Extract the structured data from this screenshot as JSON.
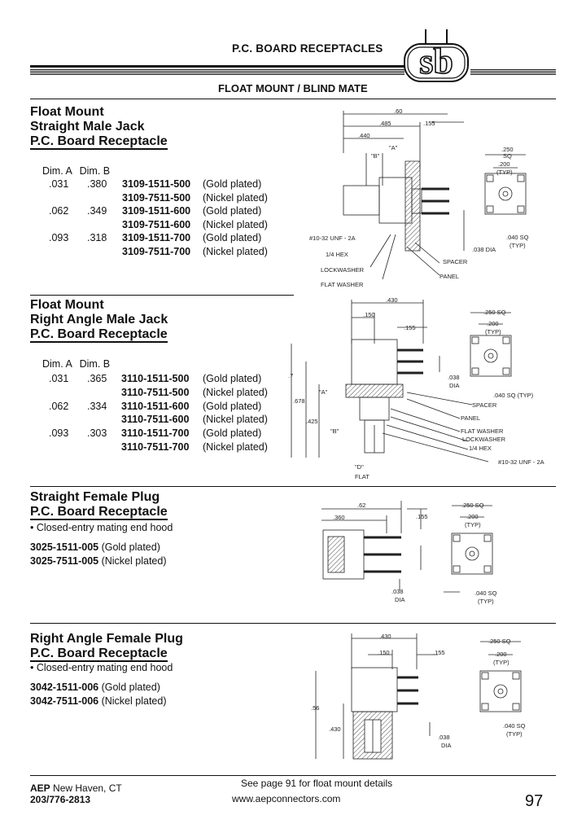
{
  "header": {
    "title": "P.C. BOARD RECEPTACLES",
    "subtitle": "FLOAT MOUNT / BLIND MATE",
    "logo_text": "sb"
  },
  "sections": [
    {
      "title_lines": [
        "Float Mount",
        "Straight Male Jack",
        "P.C. Board Receptacle"
      ],
      "dim_headers": [
        "Dim. A",
        "Dim. B"
      ],
      "rows": [
        {
          "a": ".031",
          "b": ".380",
          "part": "3109-1511-500",
          "finish": "(Gold plated)"
        },
        {
          "a": "",
          "b": "",
          "part": "3109-7511-500",
          "finish": "(Nickel plated)"
        },
        {
          "a": ".062",
          "b": ".349",
          "part": "3109-1511-600",
          "finish": "(Gold plated)"
        },
        {
          "a": "",
          "b": "",
          "part": "3109-7511-600",
          "finish": "(Nickel plated)"
        },
        {
          "a": ".093",
          "b": ".318",
          "part": "3109-1511-700",
          "finish": "(Gold plated)"
        },
        {
          "a": "",
          "b": "",
          "part": "3109-7511-700",
          "finish": "(Nickel plated)"
        }
      ]
    },
    {
      "title_lines": [
        "Float Mount",
        "Right Angle Male Jack",
        "P.C. Board Receptacle"
      ],
      "dim_headers": [
        "Dim. A",
        "Dim. B"
      ],
      "rows": [
        {
          "a": ".031",
          "b": ".365",
          "part": "3110-1511-500",
          "finish": "(Gold plated)"
        },
        {
          "a": "",
          "b": "",
          "part": "3110-7511-500",
          "finish": "(Nickel plated)"
        },
        {
          "a": ".062",
          "b": ".334",
          "part": "3110-1511-600",
          "finish": "(Gold plated)"
        },
        {
          "a": "",
          "b": "",
          "part": "3110-7511-600",
          "finish": "(Nickel plated)"
        },
        {
          "a": ".093",
          "b": ".303",
          "part": "3110-1511-700",
          "finish": "(Gold plated)"
        },
        {
          "a": "",
          "b": "",
          "part": "3110-7511-700",
          "finish": "(Nickel plated)"
        }
      ]
    },
    {
      "title_lines": [
        "Straight Female Plug",
        "P.C. Board Receptacle"
      ],
      "bullet": "• Closed-entry mating end hood",
      "parts": [
        {
          "part": "3025-1511-005",
          "finish": "(Gold plated)"
        },
        {
          "part": "3025-7511-005",
          "finish": "(Nickel plated)"
        }
      ]
    },
    {
      "title_lines": [
        "Right Angle Female Plug",
        "P.C. Board Receptacle"
      ],
      "bullet": "• Closed-entry mating end hood",
      "parts": [
        {
          "part": "3042-1511-006",
          "finish": "(Gold plated)"
        },
        {
          "part": "3042-7511-006",
          "finish": "(Nickel plated)"
        }
      ]
    }
  ],
  "diagram_labels": {
    "d1": {
      "dim_60": ".60",
      "dim_485": ".485",
      "dim_155": ".155",
      "dim_440": ".440",
      "a": "\"A\"",
      "b": "\"B\"",
      "sq250": ".250",
      "sq": "SQ",
      "sq200": ".200",
      "typ": "(TYP)",
      "thread": "#10-32 UNF - 2A",
      "hex": "1/4 HEX",
      "lockwasher": "LOCKWASHER",
      "flatwasher": "FLAT WASHER",
      "spacer": "SPACER",
      "panel": "PANEL",
      "dia038": ".038 DIA",
      "sq040": ".040 SQ",
      "typ2": "(TYP)"
    },
    "d2": {
      "dim_430": ".430",
      "dim_150": ".150",
      "dim_155": ".155",
      "sq250": ".250 SQ",
      "sq200": ".200",
      "typ": "(TYP)",
      "h7": ".7",
      "h678": ".678",
      "h425": ".425",
      "a": "\"A\"",
      "b": "\"B\"",
      "dia038": ".038",
      "dia": "DIA",
      "sq040": ".040 SQ (TYP)",
      "spacer": "SPACER",
      "panel": "PANEL",
      "flatwasher": "FLAT WASHER",
      "lockwasher": "LOCKWASHER",
      "hex": "1/4 HEX",
      "thread": "#10-32 UNF - 2A",
      "d": "\"D\"",
      "flat": "FLAT"
    },
    "d3": {
      "dim_62": ".62",
      "dim_360": ".360",
      "dim_155": ".155",
      "sq250": ".250 SQ",
      "sq200": ".200",
      "typ": "(TYP)",
      "dia038": ".038",
      "dia": "DIA",
      "sq040": ".040 SQ",
      "typ2": "(TYP)"
    },
    "d4": {
      "dim_430": ".430",
      "dim_150": ".150",
      "dim_155": ".155",
      "sq250": ".250 SQ",
      "sq200": ".200",
      "typ": "(TYP)",
      "h56": ".56",
      "h430": ".430",
      "dia038": ".038",
      "dia": "DIA",
      "sq040": ".040 SQ",
      "typ2": "(TYP)"
    }
  },
  "footer": {
    "company": "AEP",
    "city": "New Haven, CT",
    "phone": "203/776-2813",
    "note": "See page 91 for float mount details",
    "url": "www.aepconnectors.com",
    "page": "97"
  }
}
